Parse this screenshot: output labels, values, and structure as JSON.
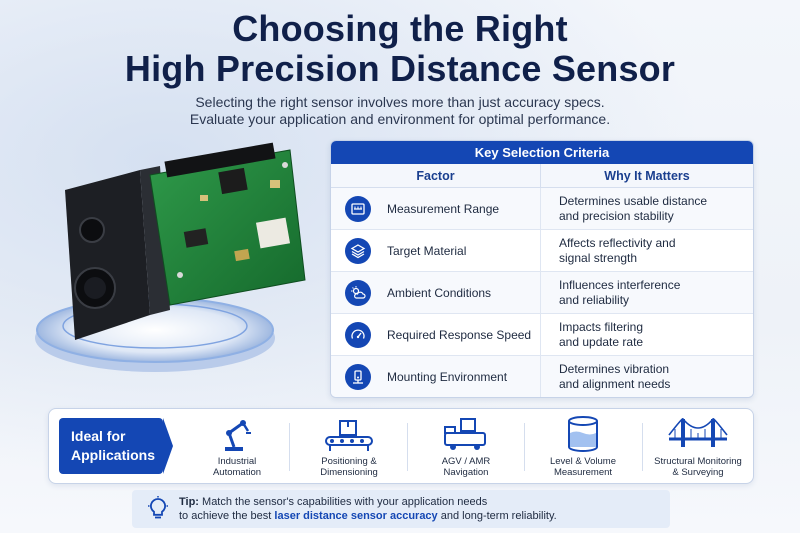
{
  "header": {
    "title_line1": "Choosing the Right",
    "title_line2": "High Precision Distance Sensor",
    "subtitle_line1": "Selecting the right sensor involves more than just accuracy specs.",
    "subtitle_line2": "Evaluate your application and environment for optimal performance."
  },
  "criteria": {
    "heading": "Key Selection Criteria",
    "col_factor": "Factor",
    "col_why": "Why It Matters",
    "rows": [
      {
        "icon": "ruler-icon",
        "factor": "Measurement Range",
        "why_1": "Determines usable distance",
        "why_2": "and precision stability"
      },
      {
        "icon": "layers-icon",
        "factor": "Target Material",
        "why_1": "Affects reflectivity and",
        "why_2": "signal strength"
      },
      {
        "icon": "sun-cloud-icon",
        "factor": "Ambient Conditions",
        "why_1": "Influences interference",
        "why_2": "and reliability"
      },
      {
        "icon": "speedometer-icon",
        "factor": "Required Response Speed",
        "why_1": "Impacts filtering",
        "why_2": "and update rate"
      },
      {
        "icon": "mounting-icon",
        "factor": "Mounting Environment",
        "why_1": "Determines vibration",
        "why_2": "and alignment needs"
      }
    ]
  },
  "applications": {
    "label_line1": "Ideal for",
    "label_line2": "Applications",
    "items": [
      {
        "icon": "robot-arm-icon",
        "line1": "Industrial",
        "line2": "Automation"
      },
      {
        "icon": "conveyor-icon",
        "line1": "Positioning &",
        "line2": "Dimensioning"
      },
      {
        "icon": "agv-truck-icon",
        "line1": "AGV / AMR",
        "line2": "Navigation"
      },
      {
        "icon": "tank-icon",
        "line1": "Level & Volume",
        "line2": "Measurement"
      },
      {
        "icon": "bridge-icon",
        "line1": "Structural Monitoring",
        "line2": "& Surveying"
      }
    ]
  },
  "tip": {
    "label": "Tip:",
    "text_1": "Match the sensor's capabilities with your application needs",
    "text_2a": "to achieve the best",
    "highlight": "laser distance sensor accuracy",
    "text_2b": "and long-term reliability."
  },
  "colors": {
    "brand_blue": "#1447b4",
    "title_navy": "#10204a"
  }
}
